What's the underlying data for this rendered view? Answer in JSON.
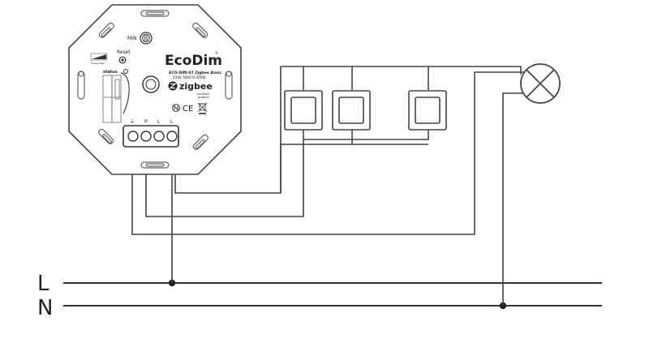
{
  "device": {
    "brand": "EcoDim",
    "registered": "®",
    "model": "ECO-DIM.07 Zigbee Basic",
    "ratings": "230V   50Hz  0-200W",
    "min_label": "MIN",
    "reset_label": "Reset",
    "status_label": "status",
    "small_caption": "Trailing edge",
    "zigbee_label": "zigbee",
    "certified_line1": "certified",
    "certified_line2": "product",
    "ce_mark": "CE",
    "terminal_labels": [
      "⏚",
      "P",
      "L",
      "L"
    ]
  },
  "mains": {
    "live_label": "L",
    "neutral_label": "N"
  },
  "colors": {
    "wire": "#444444",
    "device_outline": "#444444",
    "background": "#ffffff"
  },
  "icons": [
    "zigbee-logo-icon",
    "n-approval-icon",
    "weee-bin-icon",
    "lamp-icon",
    "knob-icon",
    "led-icon"
  ]
}
